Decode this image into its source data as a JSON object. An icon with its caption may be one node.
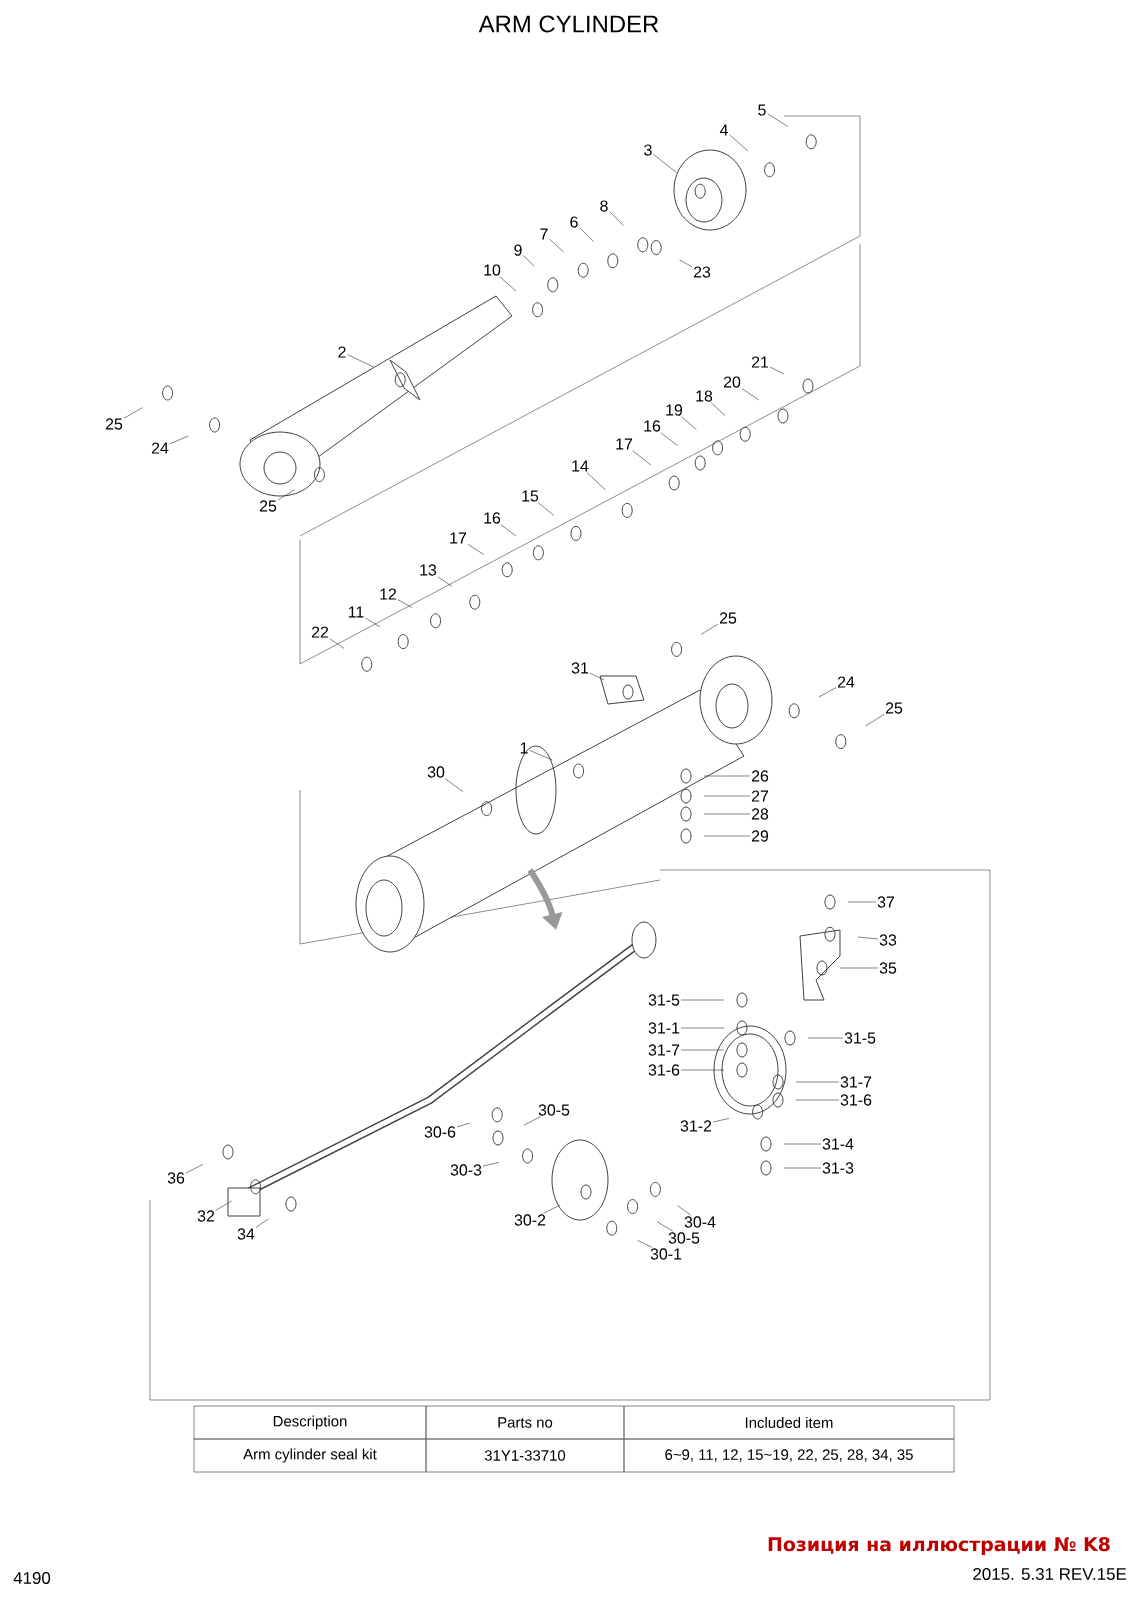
{
  "diagram": {
    "title": "ARM CYLINDER",
    "nodes": [
      {
        "text": [
          "5"
        ]
      },
      {
        "text": [
          "4"
        ]
      },
      {
        "text": [
          "3"
        ]
      },
      {
        "text": [
          "8"
        ]
      },
      {
        "text": [
          "6"
        ]
      },
      {
        "text": [
          "7"
        ]
      },
      {
        "text": [
          "9"
        ]
      },
      {
        "text": [
          "10"
        ]
      },
      {
        "text": [
          "23"
        ]
      },
      {
        "text": [
          "2"
        ]
      },
      {
        "text": [
          "25"
        ]
      },
      {
        "text": [
          "24"
        ]
      },
      {
        "text": [
          "25"
        ]
      },
      {
        "text": [
          "21"
        ]
      },
      {
        "text": [
          "20"
        ]
      },
      {
        "text": [
          "18"
        ]
      },
      {
        "text": [
          "19"
        ]
      },
      {
        "text": [
          "16"
        ]
      },
      {
        "text": [
          "17"
        ]
      },
      {
        "text": [
          "14"
        ]
      },
      {
        "text": [
          "15"
        ]
      },
      {
        "text": [
          "16"
        ]
      },
      {
        "text": [
          "17"
        ]
      },
      {
        "text": [
          "13"
        ]
      },
      {
        "text": [
          "12"
        ]
      },
      {
        "text": [
          "11"
        ]
      },
      {
        "text": [
          "22"
        ]
      },
      {
        "text": [
          "25"
        ]
      },
      {
        "text": [
          "31"
        ]
      },
      {
        "text": [
          "24"
        ]
      },
      {
        "text": [
          "25"
        ]
      },
      {
        "text": [
          "1"
        ]
      },
      {
        "text": [
          "30"
        ]
      },
      {
        "text": [
          "26"
        ]
      },
      {
        "text": [
          "27"
        ]
      },
      {
        "text": [
          "28"
        ]
      },
      {
        "text": [
          "29"
        ]
      },
      {
        "text": [
          "37"
        ]
      },
      {
        "text": [
          "33"
        ]
      },
      {
        "text": [
          "35"
        ]
      },
      {
        "text": [
          "31-5"
        ]
      },
      {
        "text": [
          "31-1"
        ]
      },
      {
        "text": [
          "31-7"
        ]
      },
      {
        "text": [
          "31-6"
        ]
      },
      {
        "text": [
          "31-5"
        ]
      },
      {
        "text": [
          "31-7"
        ]
      },
      {
        "text": [
          "31-6"
        ]
      },
      {
        "text": [
          "31-2"
        ]
      },
      {
        "text": [
          "31-4"
        ]
      },
      {
        "text": [
          "31-3"
        ]
      },
      {
        "text": [
          "30-5"
        ]
      },
      {
        "text": [
          "30-6"
        ]
      },
      {
        "text": [
          "30-3"
        ]
      },
      {
        "text": [
          "30-2"
        ]
      },
      {
        "text": [
          "30-4"
        ]
      },
      {
        "text": [
          "30-5"
        ]
      },
      {
        "text": [
          "30-1"
        ]
      },
      {
        "text": [
          "36"
        ]
      },
      {
        "text": [
          "32"
        ]
      },
      {
        "text": [
          "34"
        ]
      }
    ],
    "edges": [
      {
        "from": 0,
        "to": null,
        "arrow": "none"
      },
      {
        "from": 1,
        "to": null,
        "arrow": "none"
      },
      {
        "from": 2,
        "to": null,
        "arrow": "none"
      },
      {
        "from": 3,
        "to": null,
        "arrow": "none"
      },
      {
        "from": 4,
        "to": null,
        "arrow": "none"
      },
      {
        "from": 5,
        "to": null,
        "arrow": "none"
      },
      {
        "from": 6,
        "to": null,
        "arrow": "none"
      },
      {
        "from": 7,
        "to": null,
        "arrow": "none"
      },
      {
        "from": 8,
        "to": null,
        "arrow": "none"
      },
      {
        "from": 9,
        "to": null,
        "arrow": "none"
      },
      {
        "from": 10,
        "to": null,
        "arrow": "none"
      },
      {
        "from": 11,
        "to": null,
        "arrow": "none"
      },
      {
        "from": 12,
        "to": null,
        "arrow": "none"
      },
      {
        "from": 13,
        "to": null,
        "arrow": "none"
      },
      {
        "from": 14,
        "to": null,
        "arrow": "none"
      },
      {
        "from": 15,
        "to": null,
        "arrow": "none"
      },
      {
        "from": 16,
        "to": null,
        "arrow": "none"
      },
      {
        "from": 17,
        "to": null,
        "arrow": "none"
      },
      {
        "from": 18,
        "to": null,
        "arrow": "none"
      },
      {
        "from": 19,
        "to": null,
        "arrow": "none"
      },
      {
        "from": 20,
        "to": null,
        "arrow": "none"
      },
      {
        "from": 21,
        "to": null,
        "arrow": "none"
      },
      {
        "from": 22,
        "to": null,
        "arrow": "none"
      },
      {
        "from": 23,
        "to": null,
        "arrow": "none"
      },
      {
        "from": 24,
        "to": null,
        "arrow": "none"
      },
      {
        "from": 25,
        "to": null,
        "arrow": "none"
      },
      {
        "from": 26,
        "to": null,
        "arrow": "none"
      },
      {
        "from": 27,
        "to": null,
        "arrow": "none"
      },
      {
        "from": 28,
        "to": null,
        "arrow": "none"
      },
      {
        "from": 29,
        "to": null,
        "arrow": "none"
      },
      {
        "from": 30,
        "to": null,
        "arrow": "none"
      },
      {
        "from": 31,
        "to": null,
        "arrow": "none"
      },
      {
        "from": 32,
        "to": null,
        "arrow": "none"
      },
      {
        "from": 33,
        "to": null,
        "arrow": "none"
      },
      {
        "from": 34,
        "to": null,
        "arrow": "none"
      },
      {
        "from": 35,
        "to": null,
        "arrow": "none"
      },
      {
        "from": 36,
        "to": null,
        "arrow": "none"
      },
      {
        "from": 37,
        "to": null,
        "arrow": "none"
      },
      {
        "from": 38,
        "to": null,
        "arrow": "none"
      },
      {
        "from": 39,
        "to": null,
        "arrow": "none"
      },
      {
        "from": 40,
        "to": null,
        "arrow": "none"
      },
      {
        "from": 41,
        "to": null,
        "arrow": "none"
      },
      {
        "from": 42,
        "to": null,
        "arrow": "none"
      },
      {
        "from": 43,
        "to": null,
        "arrow": "none"
      },
      {
        "from": 44,
        "to": null,
        "arrow": "none"
      },
      {
        "from": 45,
        "to": null,
        "arrow": "none"
      },
      {
        "from": 46,
        "to": null,
        "arrow": "none"
      },
      {
        "from": 47,
        "to": null,
        "arrow": "none"
      },
      {
        "from": 48,
        "to": null,
        "arrow": "none"
      },
      {
        "from": 49,
        "to": null,
        "arrow": "none"
      },
      {
        "from": 50,
        "to": null,
        "arrow": "none"
      },
      {
        "from": 51,
        "to": null,
        "arrow": "none"
      },
      {
        "from": 52,
        "to": null,
        "arrow": "none"
      },
      {
        "from": 53,
        "to": null,
        "arrow": "none"
      },
      {
        "from": 54,
        "to": null,
        "arrow": "none"
      },
      {
        "from": 55,
        "to": null,
        "arrow": "none"
      },
      {
        "from": 56,
        "to": null,
        "arrow": "none"
      },
      {
        "from": 57,
        "to": null,
        "arrow": "none"
      },
      {
        "from": 58,
        "to": null,
        "arrow": "none"
      },
      {
        "from": 59,
        "to": null,
        "arrow": "none"
      }
    ],
    "labels": [
      "Description",
      "Parts no",
      "Included item",
      "Arm cylinder seal kit",
      "31Y1-33710",
      "6~9, 11, 12, 15~19, 22, 25, 28, 34, 35",
      "4190",
      "Позиция на иллюстрации № K8",
      "2015. 5.31  REV.15E"
    ]
  }
}
